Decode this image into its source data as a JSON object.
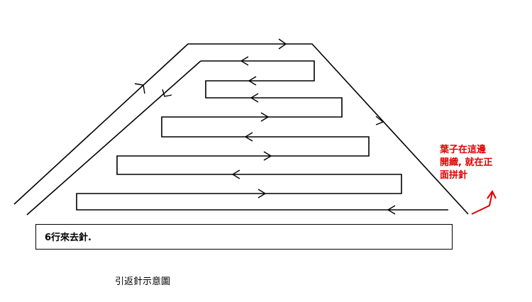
{
  "note": {
    "text": "6行來去針."
  },
  "red_note": {
    "lines": [
      "葉子在這邊",
      "開織, 就在正",
      "面拼針"
    ]
  },
  "caption": {
    "text": "引返針示意圖"
  },
  "colors": {
    "stroke": "#000000",
    "accent": "#e00000"
  }
}
